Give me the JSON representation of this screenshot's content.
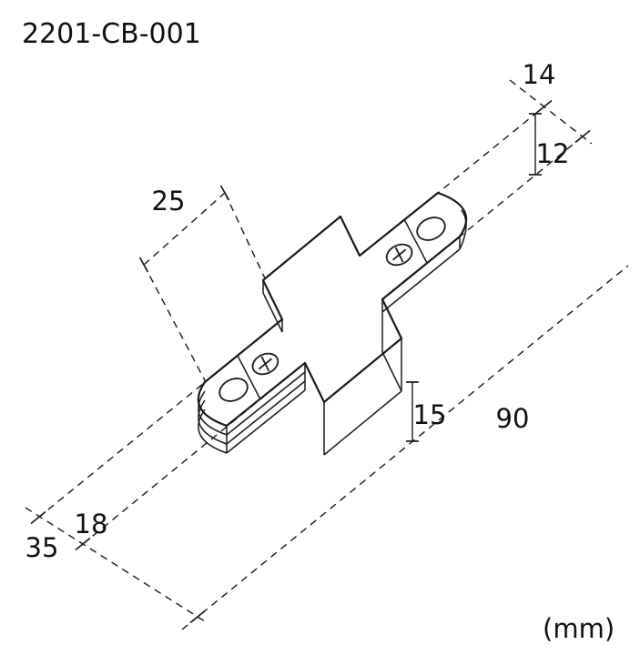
{
  "page": {
    "background_color": "#ffffff",
    "line_color": "#1a1a1a",
    "text_color": "#111111"
  },
  "drawing": {
    "part_number": "2201-CB-001",
    "unit_label": "(mm)",
    "type": "technical-dimension-drawing",
    "dimensions": {
      "d14": "14",
      "d12": "12",
      "d25": "25",
      "d15": "15",
      "d90": "90",
      "d18": "18",
      "d35": "35"
    }
  }
}
